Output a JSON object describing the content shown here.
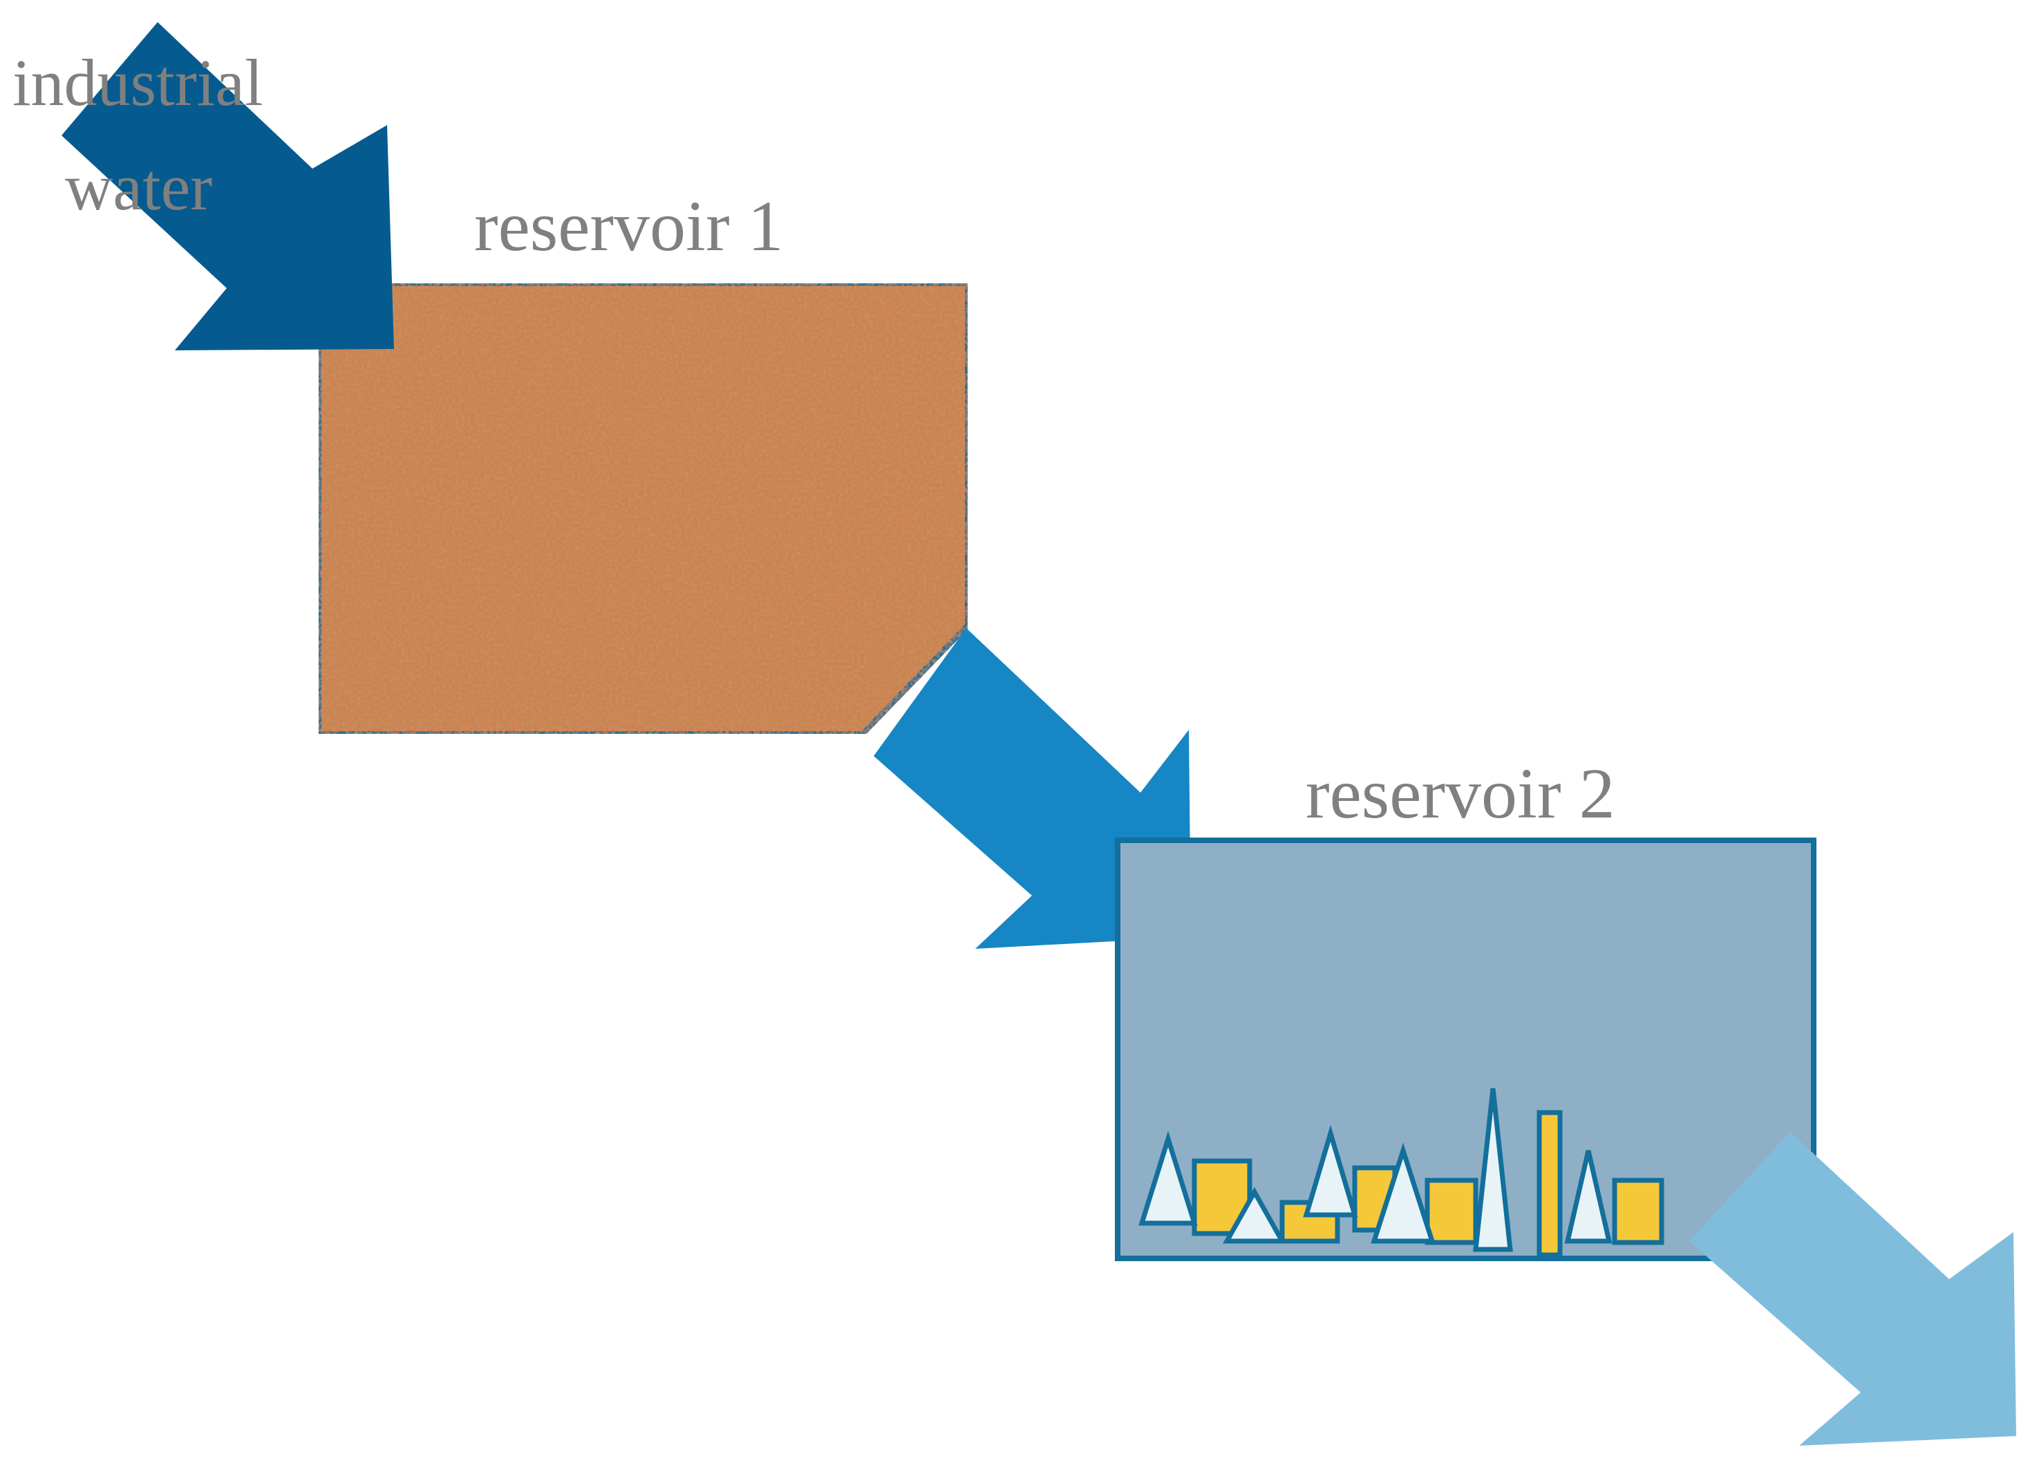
{
  "inflow": {
    "label_line1": "industrial",
    "label_line2": "water",
    "color": "#055b8f"
  },
  "reservoir_1": {
    "label": "reservoir 1",
    "fill_color": "#cd8250",
    "border_color": "#2b6e8c"
  },
  "reservoir_2": {
    "label": "reservoir 2",
    "fill_color": "#8fafc6",
    "border_color": "#136f9b",
    "sediment_triangle_color": "#e8f3f7",
    "sediment_block_color": "#f5c83a"
  },
  "arrow_between": {
    "color": "#1686c4"
  },
  "outflow": {
    "color": "#80bddd"
  }
}
